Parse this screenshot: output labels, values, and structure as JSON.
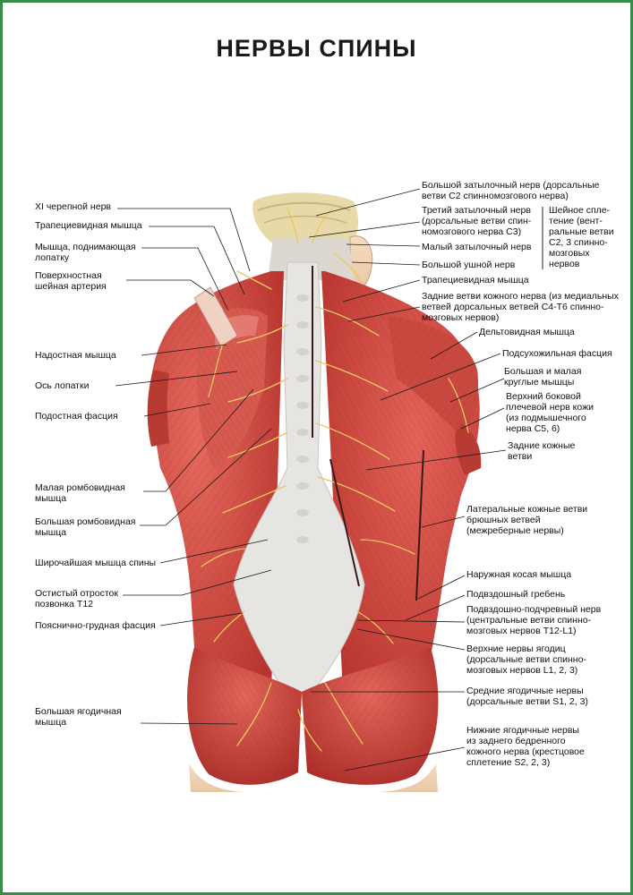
{
  "title": "НЕРВЫ СПИНЫ",
  "colors": {
    "border": "#3a8a4a",
    "muscle": "#c8453e",
    "fascia": "#e4e4e0",
    "nerve": "#e8c860"
  },
  "labels": {
    "left": [
      {
        "id": "xi-nerve",
        "lines": [
          "XI черепной нерв"
        ]
      },
      {
        "id": "trapezius-left",
        "lines": [
          "Трапециевидная мышца"
        ]
      },
      {
        "id": "levator-scapulae",
        "lines": [
          "Мышца, поднимающая",
          "лопатку"
        ]
      },
      {
        "id": "superficial-cervical-artery",
        "lines": [
          "Поверхностная",
          "шейная артерия"
        ]
      },
      {
        "id": "supraspinatus",
        "lines": [
          "Надостная мышца"
        ]
      },
      {
        "id": "scapular-spine",
        "lines": [
          "Ось лопатки"
        ]
      },
      {
        "id": "infraspinous-fascia",
        "lines": [
          "Подостная фасция"
        ]
      },
      {
        "id": "rhomboid-minor",
        "lines": [
          "Малая ромбовидная",
          "мышца"
        ]
      },
      {
        "id": "rhomboid-major",
        "lines": [
          "Большая ромбовидная",
          "мышца"
        ]
      },
      {
        "id": "latissimus-dorsi",
        "lines": [
          "Широчайшая мышца спины"
        ]
      },
      {
        "id": "spinous-process-t12",
        "lines": [
          "Остистый отросток",
          "позвонка Т12"
        ]
      },
      {
        "id": "thoracolumbar-fascia",
        "lines": [
          "Пояснично-грудная фасция"
        ]
      },
      {
        "id": "gluteus-maximus",
        "lines": [
          "Большая ягодичная",
          "мышца"
        ]
      }
    ],
    "right": [
      {
        "id": "greater-occipital",
        "lines": [
          "Большой затылочный нерв (дорсальные",
          "ветви С2 спинномозгового нерва)"
        ]
      },
      {
        "id": "third-occipital",
        "lines": [
          "Третий затылочный нерв",
          "(дорсальные ветви спин-",
          "номозгового нерва С3)"
        ]
      },
      {
        "id": "lesser-occipital",
        "lines": [
          "Малый затылочный нерв"
        ]
      },
      {
        "id": "great-auricular",
        "lines": [
          "Большой ушной нерв"
        ]
      },
      {
        "id": "trapezius-right",
        "lines": [
          "Трапециевидная мышца"
        ]
      },
      {
        "id": "posterior-cutaneous-c4-t6",
        "lines": [
          "Задние ветви кожного нерва (из медиальных",
          "ветвей дорсальных ветвей С4-Т6 спинно-",
          "мозговых нервов)"
        ]
      },
      {
        "id": "deltoid",
        "lines": [
          "Дельтовидная мышца"
        ]
      },
      {
        "id": "infraspinous-fascia-right",
        "lines": [
          "Подсухожильная фасция"
        ]
      },
      {
        "id": "teres-major-minor",
        "lines": [
          "Большая и малая",
          "круглые мышцы"
        ]
      },
      {
        "id": "upper-lateral-brachial",
        "lines": [
          "Верхний боковой",
          "плечевой нерв кожи",
          "(из подмышечного",
          "нерва С5, 6)"
        ]
      },
      {
        "id": "posterior-cutaneous-branches",
        "lines": [
          "Задние кожные",
          "ветви"
        ]
      },
      {
        "id": "lateral-cutaneous-branches",
        "lines": [
          "Латеральные кожные ветви",
          "брюшных ветвей",
          "(межреберные нервы)"
        ]
      },
      {
        "id": "external-oblique",
        "lines": [
          "Наружная косая мышца"
        ]
      },
      {
        "id": "iliac-crest",
        "lines": [
          "Подвздошный гребень"
        ]
      },
      {
        "id": "iliohypogastric",
        "lines": [
          "Подвздошно-подчревный нерв",
          "(центральные ветви спинно-",
          "мозговых нервов Т12-L1)"
        ]
      },
      {
        "id": "superior-cluneal",
        "lines": [
          "Верхние нервы ягодиц",
          "(дорсальные ветви спинно-",
          "мозговых нервов L1, 2, 3)"
        ]
      },
      {
        "id": "middle-cluneal",
        "lines": [
          "Средние ягодичные нервы",
          "(дорсальные ветви S1, 2, 3)"
        ]
      },
      {
        "id": "inferior-cluneal",
        "lines": [
          "Нижние ягодичные нервы",
          "из заднего бедренного",
          "кожного нерва (крестцовое",
          "сплетение S2, 2, 3)"
        ]
      }
    ],
    "bracket": {
      "id": "cervical-plexus",
      "lines": [
        "Шейное спле-",
        "тение (вент-",
        "ральные ветви",
        "С2, 3 спинно-",
        "мозговых",
        "нервов"
      ]
    }
  }
}
